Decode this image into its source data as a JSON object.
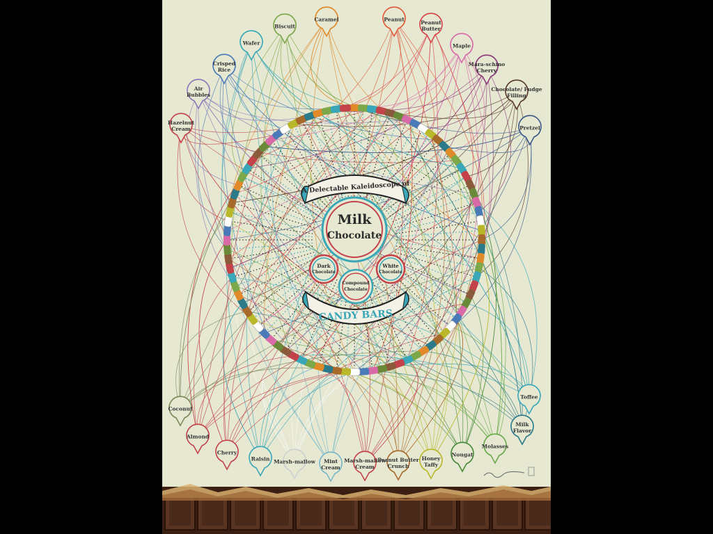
{
  "poster": {
    "banner_top": "A Delectable Kaleidoscope of",
    "center_title_line1": "Milk",
    "center_title_line2": "Chocolate",
    "dark_line1": "Dark",
    "dark_line2": "Chocolate",
    "white_line1": "White",
    "white_line2": "Chocolate",
    "compound_line1": "Compound",
    "compound_line2": "Chocolate",
    "banner_bottom": "CANDY BARS"
  },
  "colors": {
    "background": "#e6e8d2",
    "dark_chocolate": "#4a2a1a",
    "accent_teal": "#3aa7b8",
    "accent_red": "#c4434a",
    "accent_orange": "#e08a2a"
  },
  "ingredients": [
    {
      "label": "Caramel",
      "color": "#e08a2a"
    },
    {
      "label": "Biscuit",
      "color": "#7ca84a"
    },
    {
      "label": "Wafer",
      "color": "#3aa7b8"
    },
    {
      "label": "Crisped Rice",
      "color": "#4a7ab8"
    },
    {
      "label": "Air Bubbles",
      "color": "#8a7ab8"
    },
    {
      "label": "Hazelnut Cream",
      "color": "#c4434a"
    },
    {
      "label": "Peanut",
      "color": "#e05a3a"
    },
    {
      "label": "Peanut Butter",
      "color": "#d8434a"
    },
    {
      "label": "Maple",
      "color": "#d86aa8"
    },
    {
      "label": "Mara-schino Cherry",
      "color": "#8a3a7a"
    },
    {
      "label": "Chocolate/ Fudge Filling",
      "color": "#5a3a2a"
    },
    {
      "label": "Pretzel",
      "color": "#3a5a8a"
    },
    {
      "label": "Toffee",
      "color": "#3aa7b8"
    },
    {
      "label": "Milk Flavor",
      "color": "#2a7a8a"
    },
    {
      "label": "Molasses",
      "color": "#6aa84a"
    },
    {
      "label": "Nougat",
      "color": "#4a8a3a"
    },
    {
      "label": "Honey Taffy",
      "color": "#b8b82a"
    },
    {
      "label": "Peanut Butter Crunch",
      "color": "#a86a2a"
    },
    {
      "label": "Marsh-mallow Cream",
      "color": "#c4434a"
    },
    {
      "label": "Mint Cream",
      "color": "#7ab8c8"
    },
    {
      "label": "Marsh-mallow",
      "color": "#ffffff"
    },
    {
      "label": "Raisin",
      "color": "#3aa7b8"
    },
    {
      "label": "Cherry",
      "color": "#c4434a"
    },
    {
      "label": "Almond",
      "color": "#c4434a"
    },
    {
      "label": "Coconut",
      "color": "#7a8a5a"
    }
  ]
}
